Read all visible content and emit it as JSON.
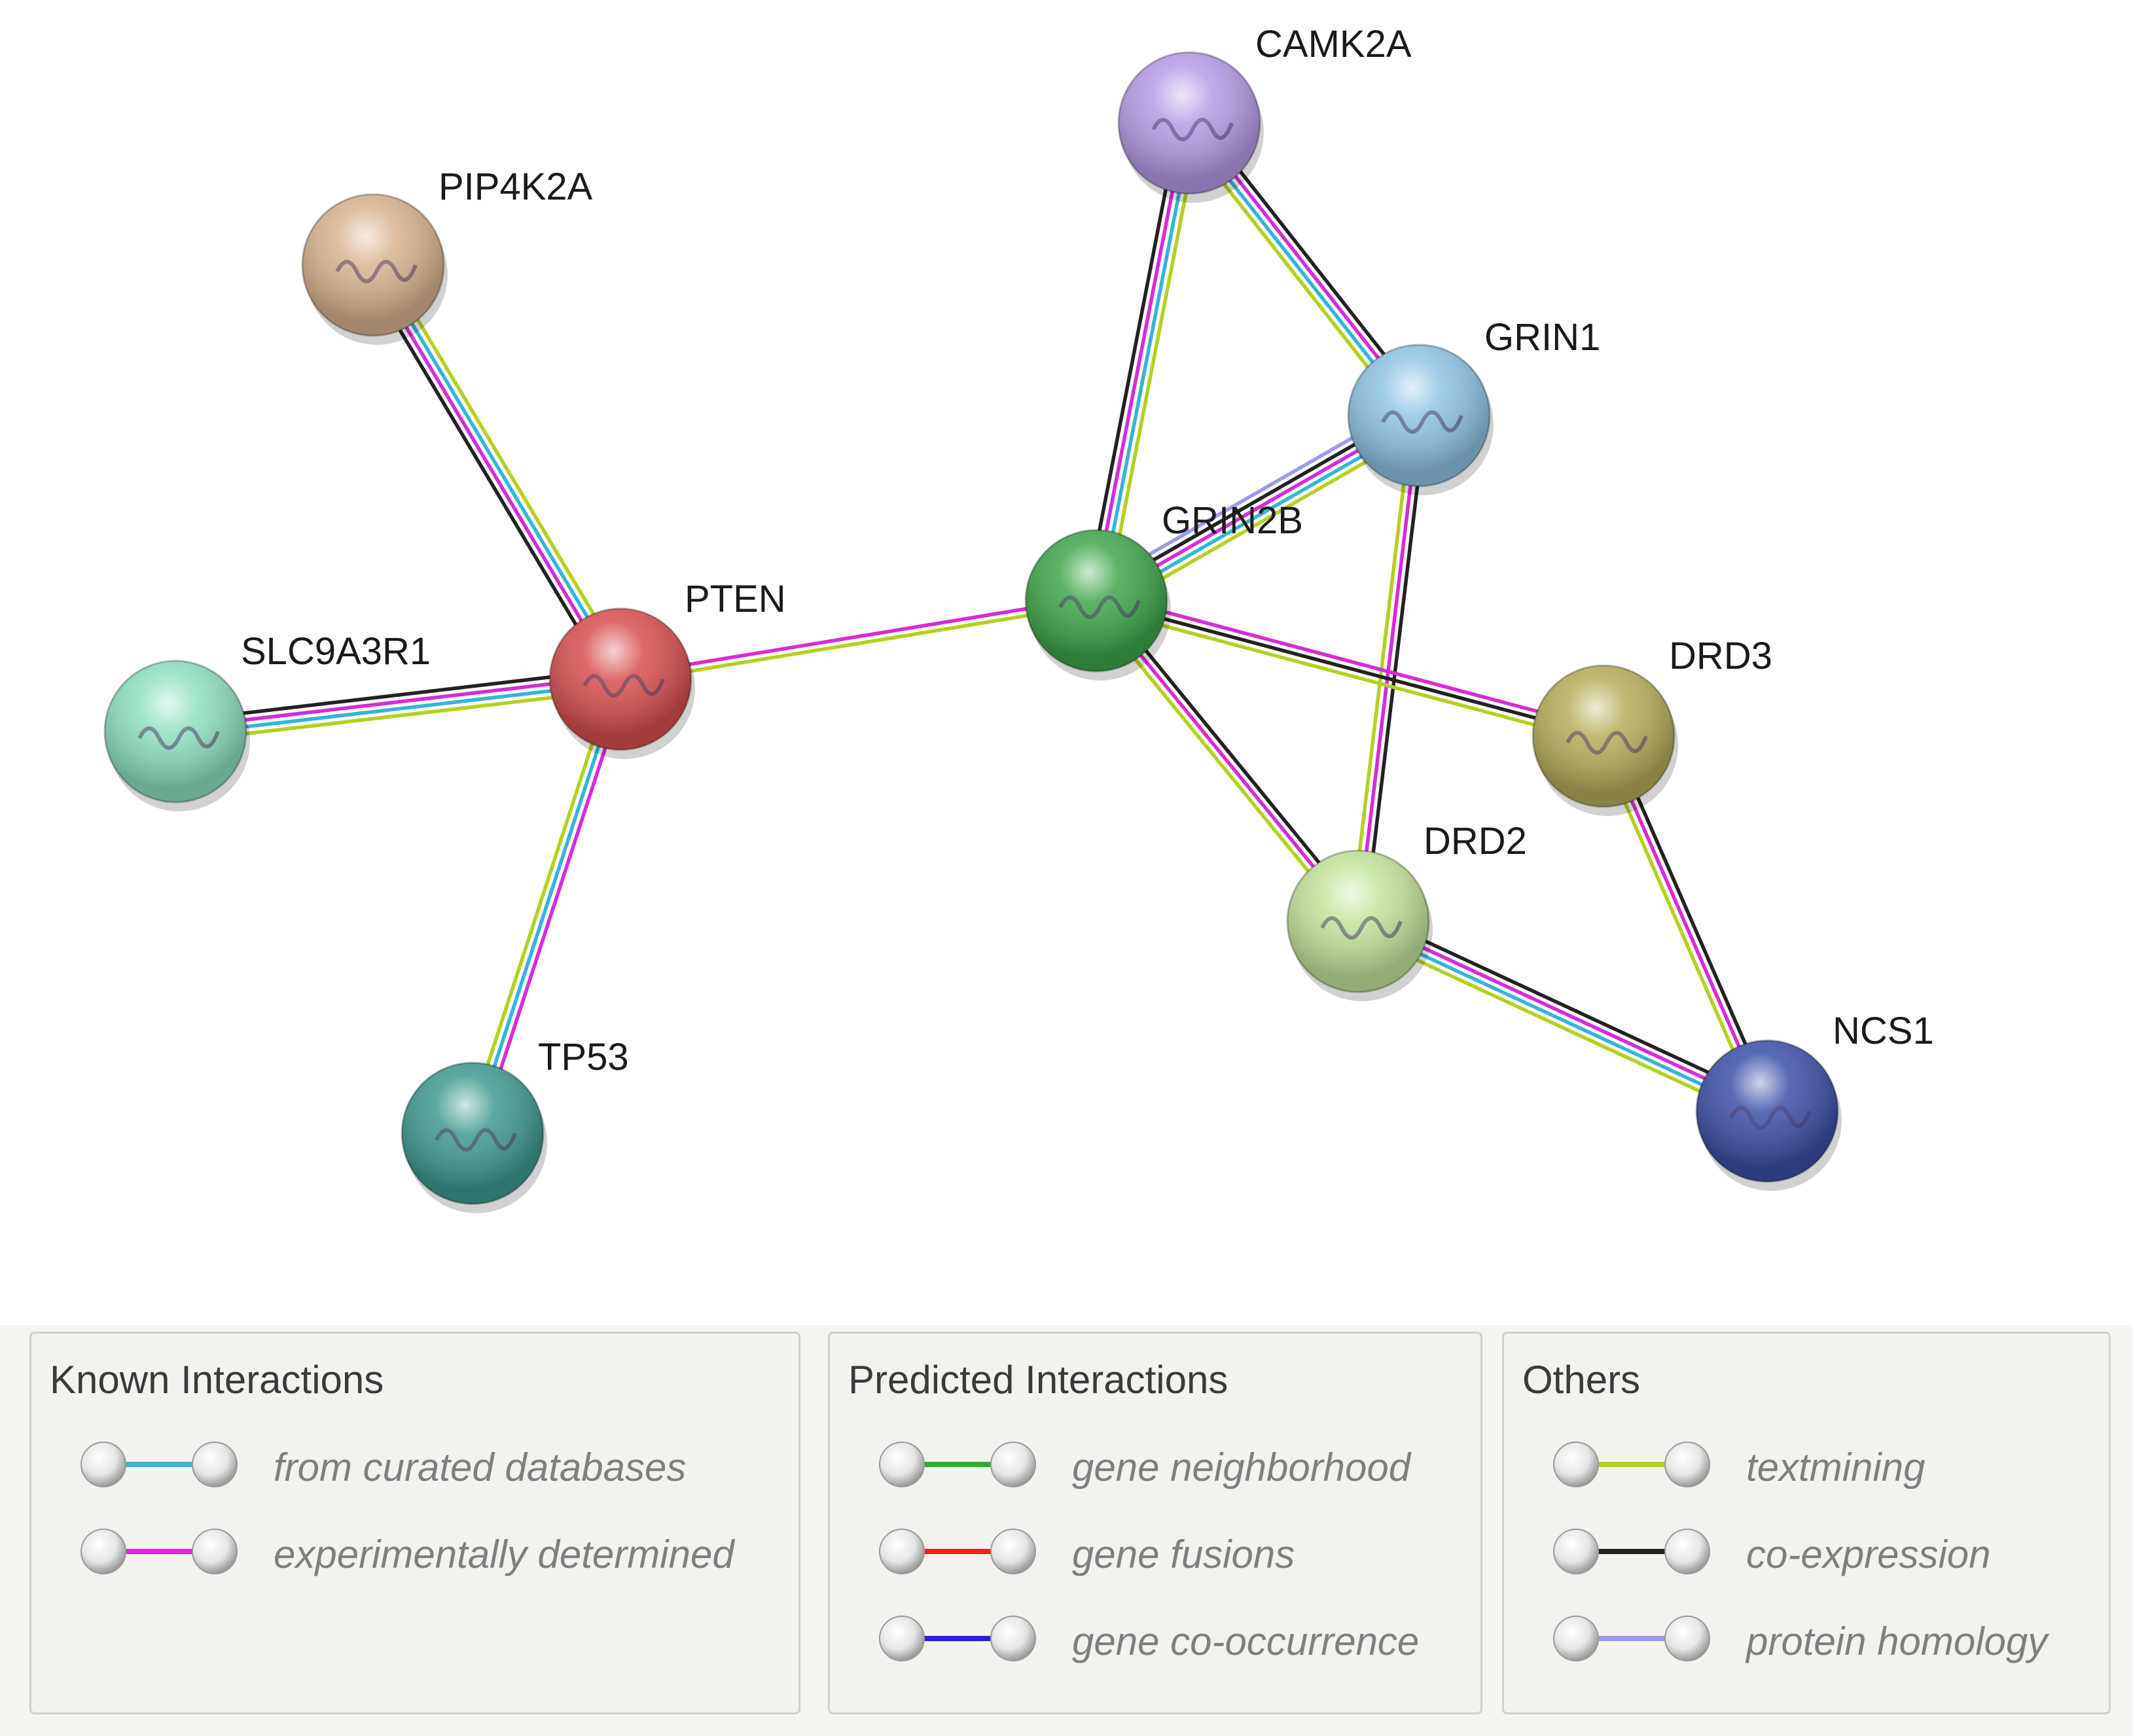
{
  "network": {
    "nodes": [
      {
        "id": "PIP4K2A",
        "label": "PIP4K2A",
        "color": "#d9b38f"
      },
      {
        "id": "PTEN",
        "label": "PTEN",
        "color": "#d94f4f"
      },
      {
        "id": "SLC9A3R1",
        "label": "SLC9A3R1",
        "color": "#8fe0c0"
      },
      {
        "id": "TP53",
        "label": "TP53",
        "color": "#3f9a90"
      },
      {
        "id": "CAMK2A",
        "label": "CAMK2A",
        "color": "#b89be6"
      },
      {
        "id": "GRIN1",
        "label": "GRIN1",
        "color": "#8fc4e6"
      },
      {
        "id": "GRIN2B",
        "label": "GRIN2B",
        "color": "#3fa64a"
      },
      {
        "id": "DRD3",
        "label": "DRD3",
        "color": "#b7ad5a"
      },
      {
        "id": "DRD2",
        "label": "DRD2",
        "color": "#c2e59a"
      },
      {
        "id": "NCS1",
        "label": "NCS1",
        "color": "#3d4fa8"
      }
    ],
    "edges": [
      {
        "source": "PIP4K2A",
        "target": "PTEN",
        "evidence": [
          "textmining",
          "curated",
          "experimental",
          "coexpression"
        ]
      },
      {
        "source": "SLC9A3R1",
        "target": "PTEN",
        "evidence": [
          "coexpression",
          "experimental",
          "curated",
          "textmining"
        ]
      },
      {
        "source": "PTEN",
        "target": "TP53",
        "evidence": [
          "experimental",
          "curated",
          "textmining"
        ]
      },
      {
        "source": "PTEN",
        "target": "GRIN2B",
        "evidence": [
          "experimental",
          "textmining"
        ]
      },
      {
        "source": "CAMK2A",
        "target": "GRIN2B",
        "evidence": [
          "textmining",
          "curated",
          "experimental",
          "coexpression"
        ]
      },
      {
        "source": "CAMK2A",
        "target": "GRIN1",
        "evidence": [
          "coexpression",
          "experimental",
          "curated",
          "textmining"
        ]
      },
      {
        "source": "GRIN1",
        "target": "GRIN2B",
        "evidence": [
          "textmining",
          "curated",
          "experimental",
          "coexpression",
          "homology"
        ]
      },
      {
        "source": "GRIN1",
        "target": "DRD2",
        "evidence": [
          "coexpression",
          "experimental",
          "textmining"
        ]
      },
      {
        "source": "GRIN2B",
        "target": "DRD3",
        "evidence": [
          "experimental",
          "coexpression",
          "textmining"
        ]
      },
      {
        "source": "GRIN2B",
        "target": "DRD2",
        "evidence": [
          "coexpression",
          "experimental",
          "textmining"
        ]
      },
      {
        "source": "DRD3",
        "target": "NCS1",
        "evidence": [
          "coexpression",
          "experimental",
          "textmining"
        ]
      },
      {
        "source": "DRD2",
        "target": "NCS1",
        "evidence": [
          "coexpression",
          "experimental",
          "curated",
          "textmining"
        ]
      }
    ]
  },
  "evidence_colors": {
    "curated": "#33b5d9",
    "experimental": "#d92ad9",
    "neighborhood": "#22b322",
    "fusion": "#ee2222",
    "cooccurrence": "#2222dd",
    "textmining": "#b4d11f",
    "coexpression": "#222222",
    "homology": "#9b9bef"
  },
  "legend": {
    "known": {
      "title": "Known Interactions",
      "items": [
        {
          "label": "from curated databases",
          "color": "#33b5d9"
        },
        {
          "label": "experimentally determined",
          "color": "#d92ad9"
        }
      ]
    },
    "predicted": {
      "title": "Predicted Interactions",
      "items": [
        {
          "label": "gene neighborhood",
          "color": "#22b322"
        },
        {
          "label": "gene fusions",
          "color": "#ee2222"
        },
        {
          "label": "gene co-occurrence",
          "color": "#2222dd"
        }
      ]
    },
    "others": {
      "title": "Others",
      "items": [
        {
          "label": "textmining",
          "color": "#b4d11f"
        },
        {
          "label": "co-expression",
          "color": "#222222"
        },
        {
          "label": "protein homology",
          "color": "#9b9bef"
        }
      ]
    }
  }
}
